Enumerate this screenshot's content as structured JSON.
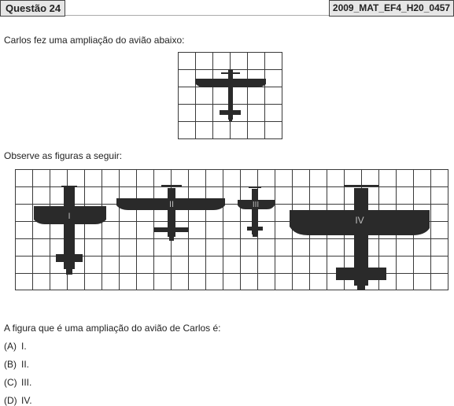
{
  "header": {
    "question_label": "Questão 24",
    "item_code": "2009_MAT_EF4_H20_0457"
  },
  "intro_text": "Carlos fez uma ampliação do avião abaixo:",
  "observe_text": "Observe as figuras a seguir:",
  "figure_labels": [
    "I",
    "II",
    "III",
    "IV"
  ],
  "question_text": "A figura que é uma ampliação do avião de Carlos é:",
  "options": [
    {
      "letter": "(A)",
      "text": "I."
    },
    {
      "letter": "(B)",
      "text": "II."
    },
    {
      "letter": "(C)",
      "text": "III."
    },
    {
      "letter": "(D)",
      "text": "IV."
    }
  ],
  "colors": {
    "plane": "#2a2a2a",
    "grid_line": "#3a3a3a",
    "header_fill": "#e6e6e6"
  }
}
